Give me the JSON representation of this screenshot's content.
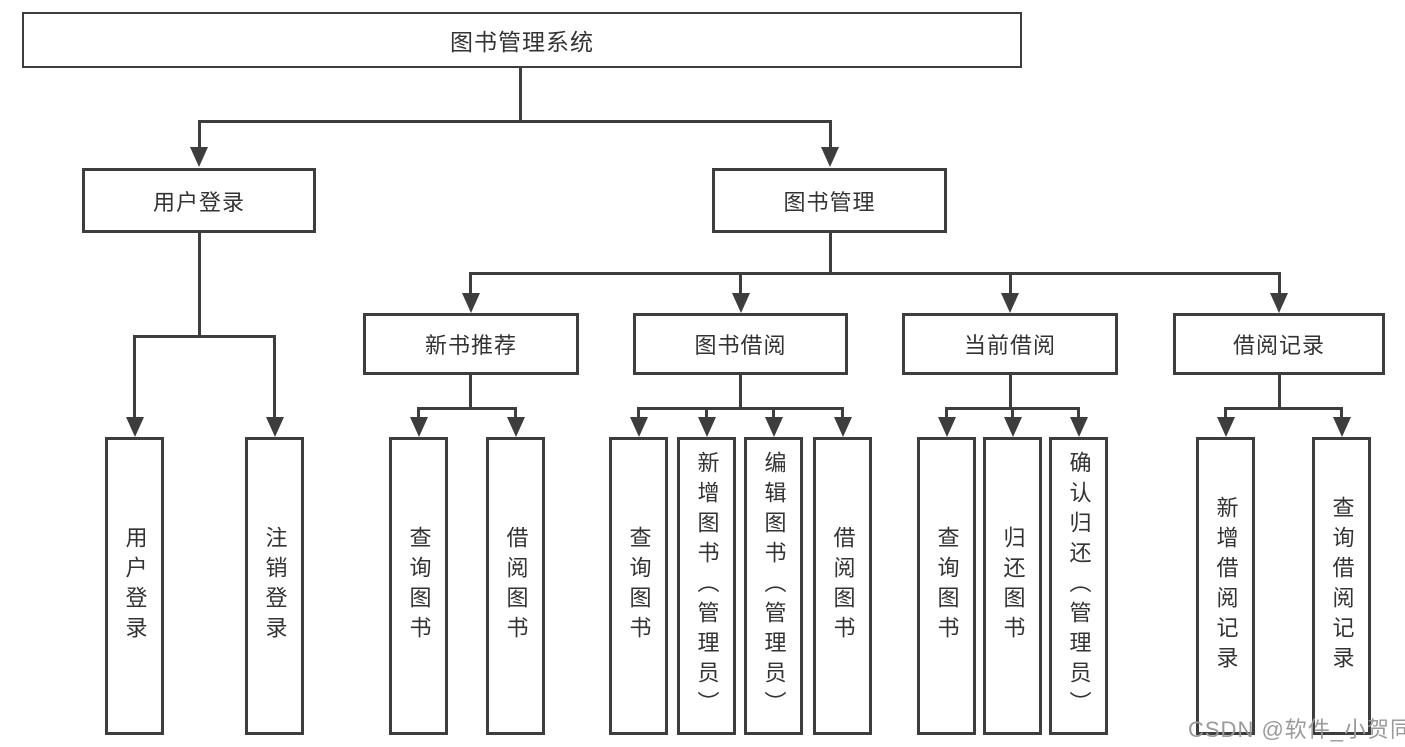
{
  "diagram": {
    "root": "图书管理系统",
    "level2": {
      "login": "用户登录",
      "manage": "图书管理"
    },
    "login_children": [
      "用户登录",
      "注销登录"
    ],
    "sections": [
      {
        "label": "新书推荐",
        "children": [
          "查询图书",
          "借阅图书"
        ]
      },
      {
        "label": "图书借阅",
        "children": [
          "查询图书",
          "新增图书（管理员）",
          "编辑图书（管理员）",
          "借阅图书"
        ]
      },
      {
        "label": "当前借阅",
        "children": [
          "查询图书",
          "归还图书",
          "确认归还（管理员）"
        ]
      },
      {
        "label": "借阅记录",
        "children": [
          "新增借阅记录",
          "查询借阅记录"
        ]
      }
    ],
    "watermark": "CSDN @软件_小贺同学",
    "colors": {
      "line": "#3d3d3d",
      "text": "#333333",
      "watermark": "#9a9a9a",
      "background": "#ffffff"
    }
  }
}
